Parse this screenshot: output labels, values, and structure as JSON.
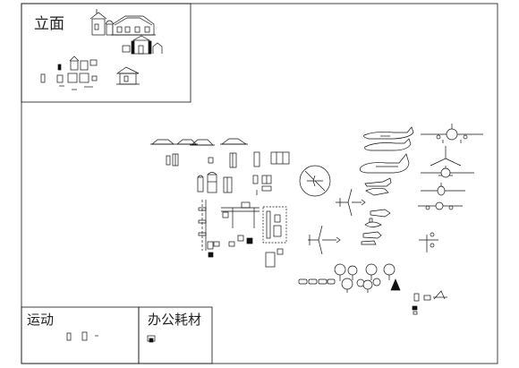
{
  "labels": {
    "elevation": "立面",
    "sports": "运动",
    "office": "办公耗材"
  },
  "colors": {
    "line": "#111111",
    "background": "#ffffff"
  }
}
